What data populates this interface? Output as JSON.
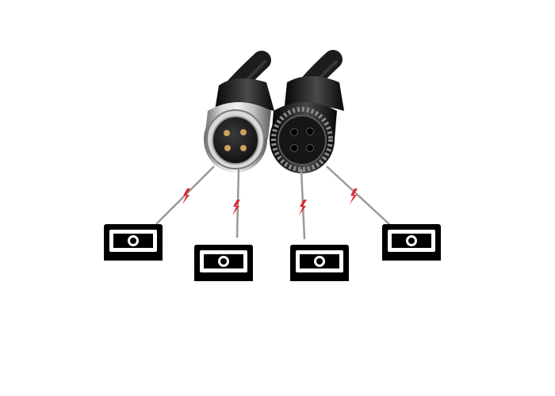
{
  "scene": {
    "background_color": "#ffffff",
    "cable_color": "#1c1c1c",
    "metal_color": "#b9b9b9",
    "lightning_color": "#e0262d",
    "line_color": "#9a9a9a",
    "device_color": "#000000"
  },
  "connectors": [
    {
      "name": "male-4-pin-connector",
      "pins": 4
    },
    {
      "name": "female-4-pin-connector",
      "sockets": 4
    }
  ],
  "devices": [
    {
      "name": "monitor-icon",
      "count": 4
    }
  ]
}
